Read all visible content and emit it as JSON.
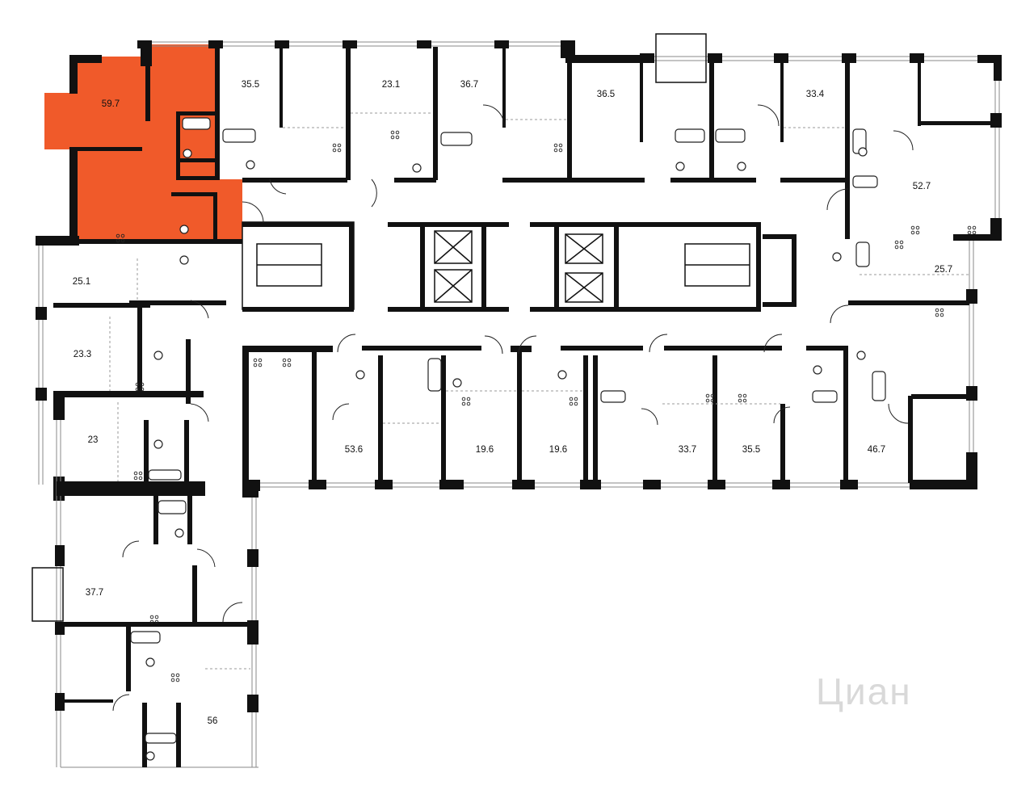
{
  "plan": {
    "highlight_color": "#f05a2a",
    "wall_color": "#111111",
    "units": [
      {
        "id": "u-59-7",
        "area": "59.7",
        "highlighted": true
      },
      {
        "id": "u-35-5-top",
        "area": "35.5",
        "highlighted": false
      },
      {
        "id": "u-23-1",
        "area": "23.1",
        "highlighted": false
      },
      {
        "id": "u-36-7",
        "area": "36.7",
        "highlighted": false
      },
      {
        "id": "u-36-5",
        "area": "36.5",
        "highlighted": false
      },
      {
        "id": "u-33-4",
        "area": "33.4",
        "highlighted": false
      },
      {
        "id": "u-52-7",
        "area": "52.7",
        "highlighted": false
      },
      {
        "id": "u-25-1",
        "area": "25.1",
        "highlighted": false
      },
      {
        "id": "u-25-7",
        "area": "25.7",
        "highlighted": false
      },
      {
        "id": "u-23-3",
        "area": "23.3",
        "highlighted": false
      },
      {
        "id": "u-23",
        "area": "23",
        "highlighted": false
      },
      {
        "id": "u-53-6",
        "area": "53.6",
        "highlighted": false
      },
      {
        "id": "u-19-6-a",
        "area": "19.6",
        "highlighted": false
      },
      {
        "id": "u-19-6-b",
        "area": "19.6",
        "highlighted": false
      },
      {
        "id": "u-33-7",
        "area": "33.7",
        "highlighted": false
      },
      {
        "id": "u-35-5-bottom",
        "area": "35.5",
        "highlighted": false
      },
      {
        "id": "u-46-7",
        "area": "46.7",
        "highlighted": false
      },
      {
        "id": "u-37-7",
        "area": "37.7",
        "highlighted": false
      },
      {
        "id": "u-56",
        "area": "56",
        "highlighted": false
      }
    ],
    "watermark": "Циан"
  }
}
